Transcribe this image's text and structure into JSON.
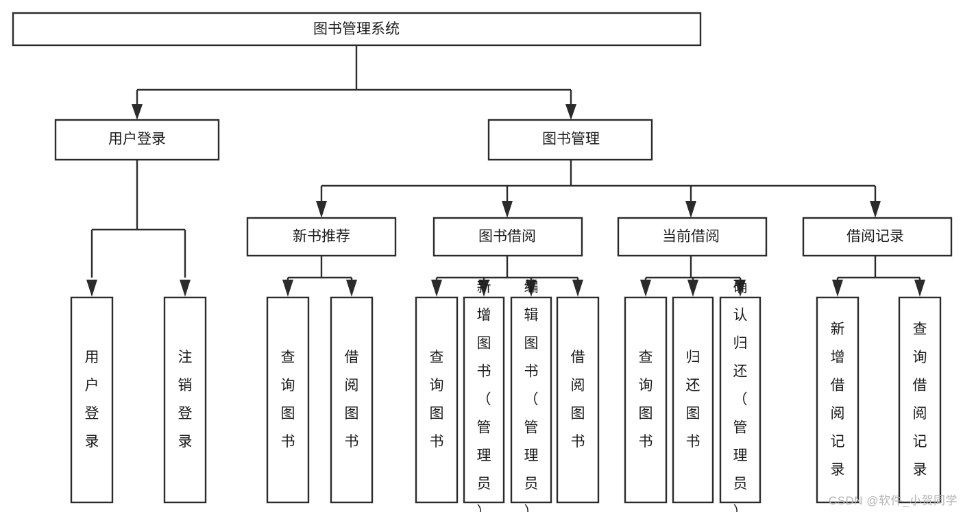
{
  "diagram": {
    "title": "图书管理系统",
    "type": "tree",
    "watermark": "CSDN @软件_小贺同学",
    "nodes": {
      "root": {
        "label": "图书管理系统"
      },
      "level1": [
        {
          "id": "user-login",
          "label": "用户登录"
        },
        {
          "id": "book-manage",
          "label": "图书管理"
        }
      ],
      "level2": [
        {
          "id": "new-book-recommend",
          "label": "新书推荐"
        },
        {
          "id": "book-borrow",
          "label": "图书借阅"
        },
        {
          "id": "current-borrow",
          "label": "当前借阅"
        },
        {
          "id": "borrow-record",
          "label": "借阅记录"
        }
      ],
      "leaves": {
        "user-login": [
          {
            "id": "leaf-user-login",
            "label": "用户登录"
          },
          {
            "id": "leaf-logout-login",
            "label": "注销登录"
          }
        ],
        "new-book-recommend": [
          {
            "id": "leaf-query-book-1",
            "label": "查询图书"
          },
          {
            "id": "leaf-borrow-book-1",
            "label": "借阅图书"
          }
        ],
        "book-borrow": [
          {
            "id": "leaf-query-book-2",
            "label": "查询图书"
          },
          {
            "id": "leaf-add-book-admin",
            "label": "新增图书（管理员）"
          },
          {
            "id": "leaf-edit-book-admin",
            "label": "编辑图书（管理员）"
          },
          {
            "id": "leaf-borrow-book-2",
            "label": "借阅图书"
          }
        ],
        "current-borrow": [
          {
            "id": "leaf-query-book-3",
            "label": "查询图书"
          },
          {
            "id": "leaf-return-book",
            "label": "归还图书"
          },
          {
            "id": "leaf-confirm-return-admin",
            "label": "确认归还（管理员）"
          }
        ],
        "borrow-record": [
          {
            "id": "leaf-add-borrow-record",
            "label": "新增借阅记录"
          },
          {
            "id": "leaf-query-borrow-record",
            "label": "查询借阅记录"
          }
        ]
      }
    },
    "colors": {
      "stroke": "#2b2b2b",
      "fill": "#ffffff",
      "text": "#1b1b1b",
      "watermark": "#b4b4b4"
    }
  }
}
